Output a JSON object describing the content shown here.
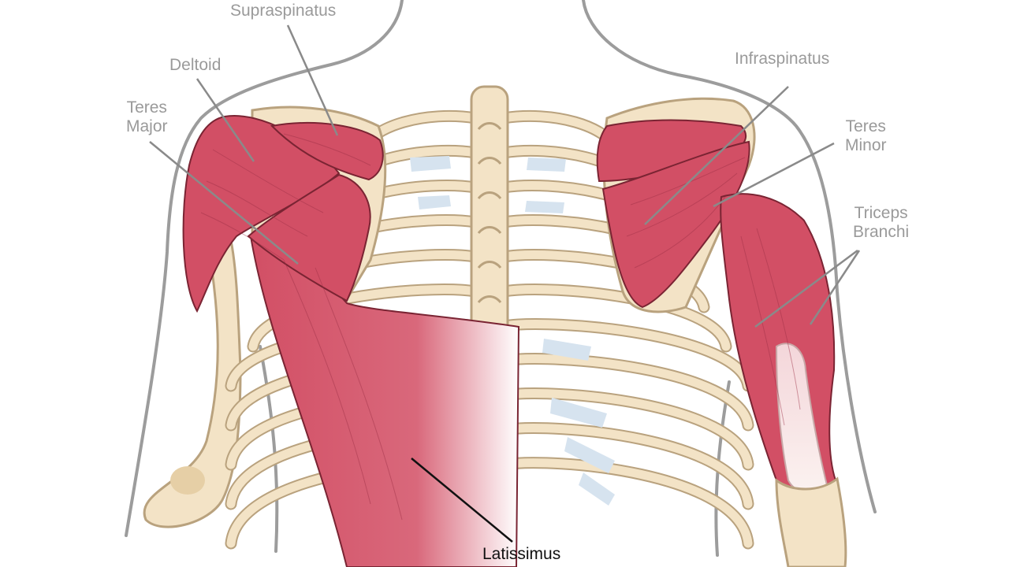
{
  "labels": {
    "supraspinatus": "Supraspinatus",
    "deltoid": "Deltoid",
    "teres_major": [
      "Teres",
      "Major"
    ],
    "infraspinatus": "Infraspinatus",
    "teres_minor": [
      "Teres",
      "Minor"
    ],
    "triceps": [
      "Triceps",
      "Branchi"
    ],
    "latissimus": "Latissimus"
  },
  "colors": {
    "muscle": "#d24f65",
    "muscle_dark": "#b43a52",
    "bone": "#f3e3c6",
    "bone_outline": "#b9a27e",
    "body_outline": "#9c9c9c",
    "cartilage": "#d6e3ef",
    "label_gray": "#9a9a9a",
    "label_dark": "#111111"
  }
}
